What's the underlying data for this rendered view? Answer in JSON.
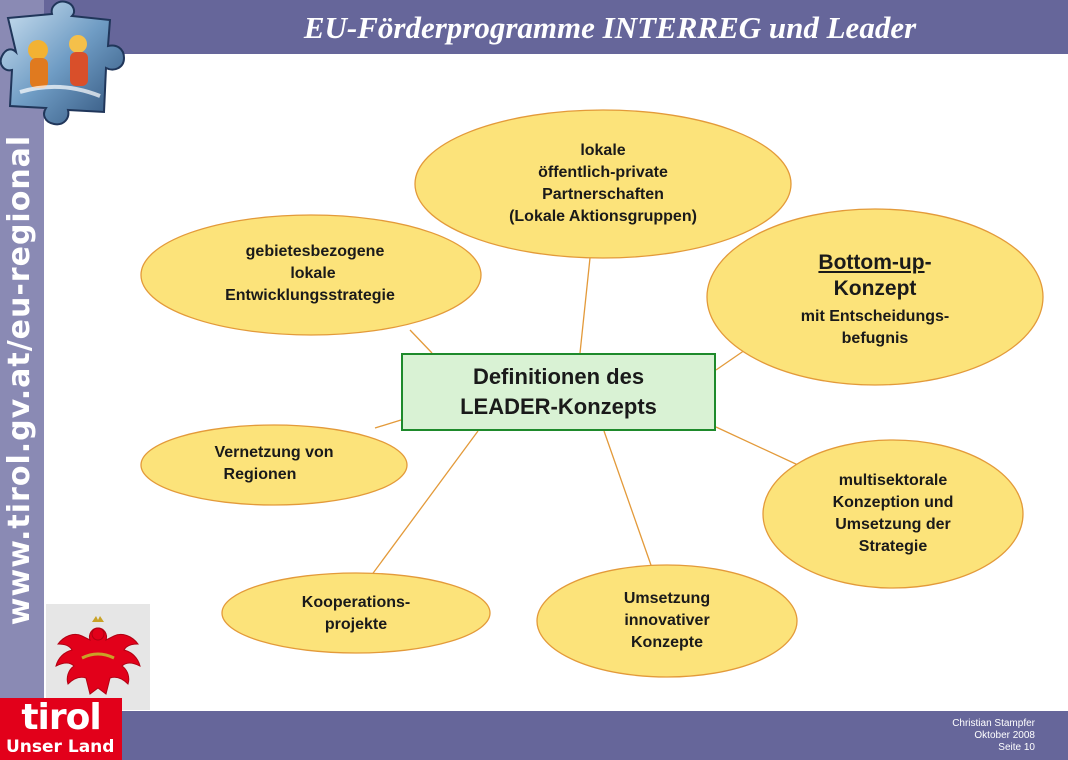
{
  "header": {
    "title": "EU-Förderprogramme INTERREG und Leader"
  },
  "sidebar": {
    "url": "www.tirol.gv.at/eu-regional"
  },
  "logo": {
    "word": "tirol",
    "subtitle": "Unser Land"
  },
  "footer": {
    "author": "Christian Stampfer",
    "date": "Oktober 2008",
    "page": "Seite 10"
  },
  "diagram": {
    "center": {
      "lines": [
        "Definitionen des",
        "LEADER-Konzepts"
      ]
    },
    "nodes": [
      {
        "id": "partnerschaften",
        "lines": [
          "lokale",
          "öffentlich-private",
          "Partnerschaften",
          "(Lokale Aktionsgruppen)"
        ]
      },
      {
        "id": "entwicklungsstrategie",
        "lines": [
          "gebietesbezogene",
          "lokale",
          "Entwicklungsstrategie"
        ]
      },
      {
        "id": "bottom-up",
        "title_main": "Bottom-up",
        "title_dash": "-",
        "title_line2": "Konzept",
        "lines": [
          "mit Entscheidungs-",
          "befugnis"
        ]
      },
      {
        "id": "vernetzung",
        "lines": [
          "Vernetzung von",
          "Regionen"
        ]
      },
      {
        "id": "multisektorale",
        "lines": [
          "multisektorale",
          "Konzeption und",
          "Umsetzung der",
          "Strategie"
        ]
      },
      {
        "id": "kooperation",
        "lines": [
          "Kooperations-",
          "projekte"
        ]
      },
      {
        "id": "innovation",
        "lines": [
          "Umsetzung",
          "innovativer",
          "Konzepte"
        ]
      }
    ]
  },
  "colors": {
    "bar": "#66669a",
    "node_fill": "#fce37a",
    "node_stroke": "#e39a3a",
    "center_fill": "#d9f2d4",
    "center_stroke": "#1e8a2b"
  }
}
